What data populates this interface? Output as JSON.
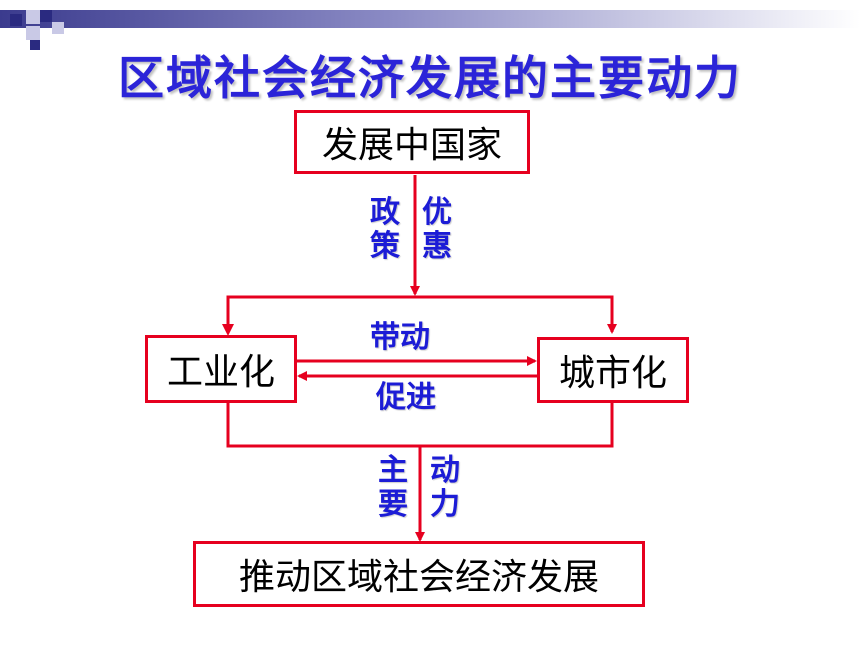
{
  "title": "区域社会经济发展的主要动力",
  "boxes": {
    "top": "发展中国家",
    "left": "工业化",
    "right": "城市化",
    "bottom": "推动区域社会经济发展"
  },
  "labels": {
    "policy_col1": "政策",
    "policy_col2": "优惠",
    "drive": "带动",
    "promote": "促进",
    "main_col1": "主要",
    "main_col2": "动力"
  },
  "colors": {
    "title": "#2b24d8",
    "label": "#1c1cd6",
    "box_border": "#e6001f",
    "arrow": "#e6001f"
  }
}
